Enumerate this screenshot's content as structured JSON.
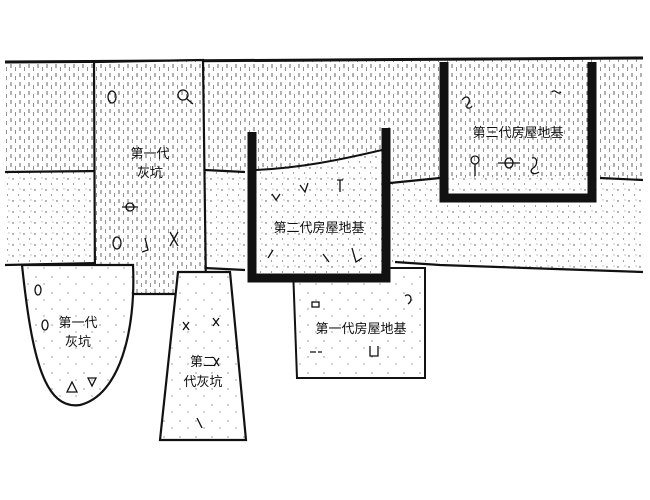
{
  "labels": {
    "pit1_upper": [
      "第一代",
      "灰坑"
    ],
    "pit1_lower": [
      "第一代",
      "灰坑"
    ],
    "pit2": [
      "第二",
      "代灰坑"
    ],
    "house3": "第三代房屋地基",
    "house2": "第二代房屋地基",
    "house1": "第一代房屋地基"
  }
}
